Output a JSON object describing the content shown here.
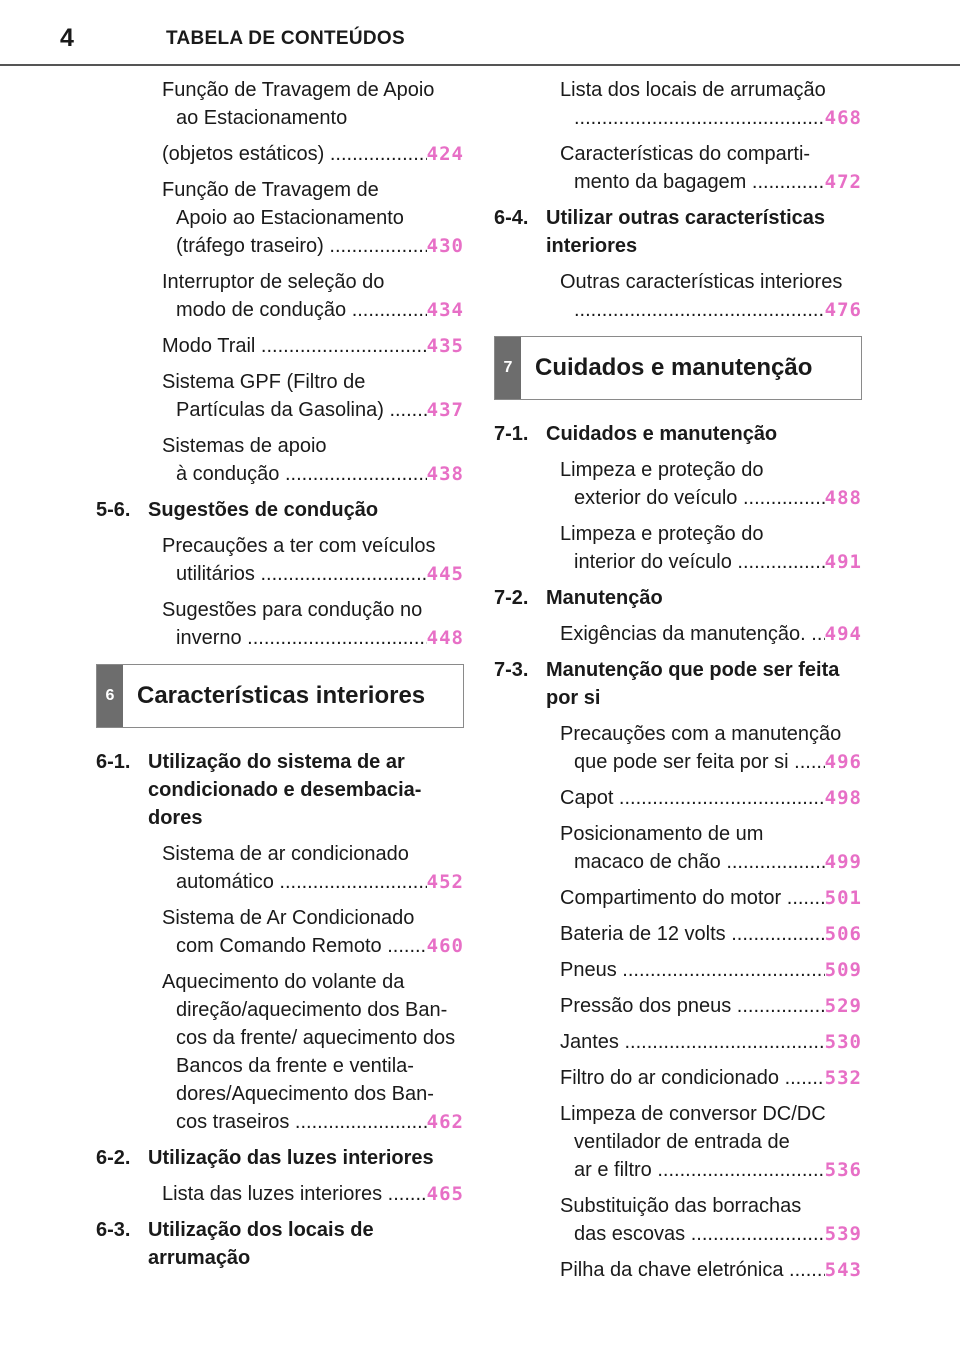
{
  "header": {
    "page_number": "4",
    "title": "TABELA DE CONTEÚDOS"
  },
  "left": {
    "entries_a": [
      {
        "lines": [
          "Função de Travagem de Apoio",
          "ao Estacionamento"
        ],
        "page": ""
      },
      {
        "lines": [
          "(objetos estáticos)"
        ],
        "page": "424"
      },
      {
        "lines": [
          "Função de Travagem de",
          "Apoio ao Estacionamento",
          "(tráfego traseiro)"
        ],
        "page": "430"
      },
      {
        "lines": [
          "Interruptor de seleção do",
          "modo de condução"
        ],
        "page": "434"
      },
      {
        "lines": [
          "Modo Trail"
        ],
        "page": "435"
      },
      {
        "lines": [
          "Sistema GPF (Filtro de",
          "Partículas da Gasolina)"
        ],
        "page": "437"
      },
      {
        "lines": [
          "Sistemas de apoio",
          "à condução"
        ],
        "page": "438"
      }
    ],
    "section_5_6": {
      "num": "5-6.",
      "title": "Sugestões de condução"
    },
    "entries_b": [
      {
        "lines": [
          "Precauções a ter com veículos",
          "utilitários"
        ],
        "page": "445"
      },
      {
        "lines": [
          "Sugestões para condução no",
          "inverno"
        ],
        "page": "448"
      }
    ],
    "chapter_6": {
      "tab": "6",
      "title": "Características interiores"
    },
    "section_6_1": {
      "num": "6-1.",
      "title": "Utilização do sistema de ar condicionado e desembacia-dores"
    },
    "entries_c": [
      {
        "lines": [
          "Sistema de ar condicionado",
          "automático"
        ],
        "page": "452"
      },
      {
        "lines": [
          "Sistema de Ar Condicionado",
          "com Comando Remoto"
        ],
        "page": "460"
      },
      {
        "lines": [
          "Aquecimento do volante da",
          "direção/aquecimento dos Ban-",
          "cos da frente/ aquecimento dos",
          "Bancos da frente e ventila-",
          "dores/Aquecimento dos Ban-",
          "cos traseiros"
        ],
        "page": "462"
      }
    ],
    "section_6_2": {
      "num": "6-2.",
      "title": "Utilização das luzes interiores"
    },
    "entries_d": [
      {
        "lines": [
          "Lista das luzes interiores"
        ],
        "page": "465"
      }
    ],
    "section_6_3": {
      "num": "6-3.",
      "title": "Utilização dos locais de arrumação"
    }
  },
  "right": {
    "entries_a": [
      {
        "lines": [
          "Lista dos locais de arrumação",
          ""
        ],
        "page": "468"
      },
      {
        "lines": [
          "Características do comparti-",
          "mento da bagagem"
        ],
        "page": "472"
      }
    ],
    "section_6_4": {
      "num": "6-4.",
      "title": "Utilizar outras características interiores"
    },
    "entries_b": [
      {
        "lines": [
          "Outras características interiores",
          ""
        ],
        "page": "476"
      }
    ],
    "chapter_7": {
      "tab": "7",
      "title": "Cuidados e manutenção"
    },
    "section_7_1": {
      "num": "7-1.",
      "title": " Cuidados e manutenção"
    },
    "entries_c": [
      {
        "lines": [
          "Limpeza e proteção do",
          "exterior do veículo"
        ],
        "page": "488"
      },
      {
        "lines": [
          "Limpeza e proteção do",
          "interior do veículo"
        ],
        "page": "491"
      }
    ],
    "section_7_2": {
      "num": "7-2.",
      "title": "Manutenção"
    },
    "entries_d": [
      {
        "lines": [
          "Exigências da manutenção."
        ],
        "page": "494"
      }
    ],
    "section_7_3": {
      "num": "7-3.",
      "title": "Manutenção que pode ser feita por si"
    },
    "entries_e": [
      {
        "lines": [
          "Precauções com a manutenção",
          "que pode ser feita por si"
        ],
        "page": "496"
      },
      {
        "lines": [
          "Capot"
        ],
        "page": "498"
      },
      {
        "lines": [
          "Posicionamento de um",
          "macaco de chão"
        ],
        "page": "499"
      },
      {
        "lines": [
          "Compartimento do motor"
        ],
        "page": "501"
      },
      {
        "lines": [
          "Bateria de 12 volts"
        ],
        "page": "506"
      },
      {
        "lines": [
          "Pneus"
        ],
        "page": "509"
      },
      {
        "lines": [
          "Pressão dos pneus"
        ],
        "page": "529"
      },
      {
        "lines": [
          "Jantes"
        ],
        "page": "530"
      },
      {
        "lines": [
          "Filtro do ar condicionado"
        ],
        "page": "532"
      },
      {
        "lines": [
          "Limpeza de conversor DC/DC",
          "ventilador de entrada de",
          "ar e filtro"
        ],
        "page": "536"
      },
      {
        "lines": [
          "Substituição das borrachas",
          "das escovas"
        ],
        "page": "539"
      },
      {
        "lines": [
          "Pilha da chave eletrónica"
        ],
        "page": "543"
      }
    ]
  },
  "colors": {
    "page_link": "#e76fc6",
    "chapter_tab": "#6d6d6d"
  }
}
